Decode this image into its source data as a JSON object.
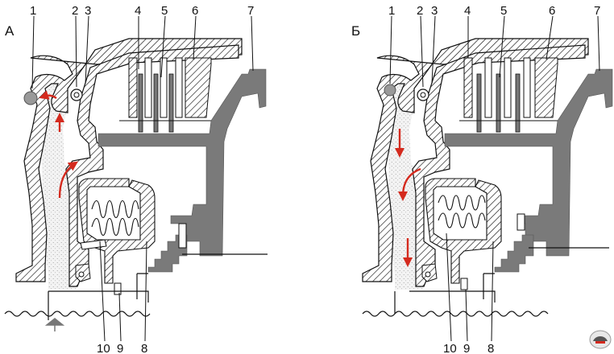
{
  "panels": [
    {
      "letter": "А",
      "mode": "fill",
      "labels": {
        "c1": "1",
        "c2": "2",
        "c3": "3",
        "c4": "4",
        "c5": "5",
        "c6": "6",
        "c7": "7",
        "c8": "8",
        "c9": "9",
        "c10": "10"
      }
    },
    {
      "letter": "Б",
      "mode": "drain",
      "labels": {
        "c1": "1",
        "c2": "2",
        "c3": "3",
        "c4": "4",
        "c5": "5",
        "c6": "6",
        "c7": "7",
        "c8": "8",
        "c9": "9",
        "c10": "10"
      }
    }
  ],
  "colors": {
    "housing": "#7a7a7a",
    "oil_flow_arrow": "#d42a1e",
    "line": "#111111",
    "hatch": "#111111",
    "oil_fill": "#f0f0f0"
  },
  "icons": [
    "logo-icon"
  ]
}
